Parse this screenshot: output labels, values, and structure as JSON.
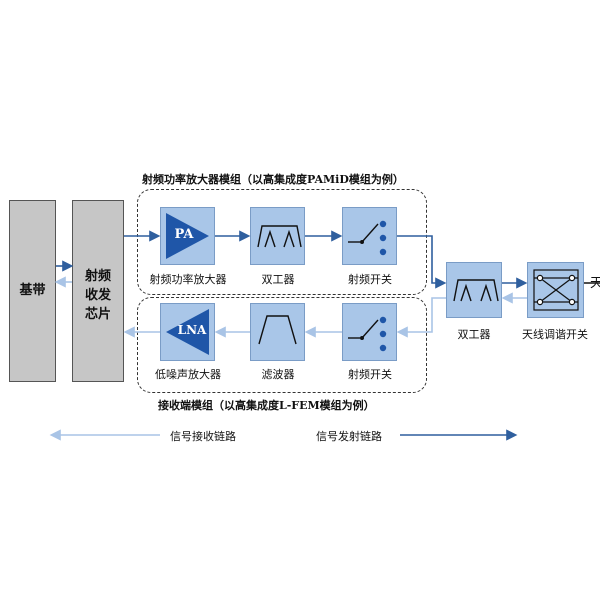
{
  "blocks": {
    "baseband": "基带",
    "rf_transceiver_lines": [
      "射频",
      "收发",
      "芯片"
    ],
    "pa_text": "PA",
    "lna_text": "LNA"
  },
  "tx_group": {
    "title": "射频功率放大器模组（以高集成度PAMiD模组为例）",
    "captions": [
      "射频功率放大器",
      "双工器",
      "射频开关"
    ]
  },
  "rx_group": {
    "title": "接收端模组（以高集成度L-FEM模组为例）",
    "captions": [
      "低噪声放大器",
      "滤波器",
      "射频开关"
    ]
  },
  "right": {
    "duplexer": "双工器",
    "antenna_tuner": "天线调谐开关",
    "antenna_cut": "天"
  },
  "legend": {
    "rx": "信号接收链路",
    "tx": "信号发射链路"
  },
  "colors": {
    "gray_block": "#c6c6c6",
    "blue_block": "#a9c6e8",
    "tx_arrow": "#2f5f9e",
    "rx_arrow": "#a9c4e6"
  }
}
